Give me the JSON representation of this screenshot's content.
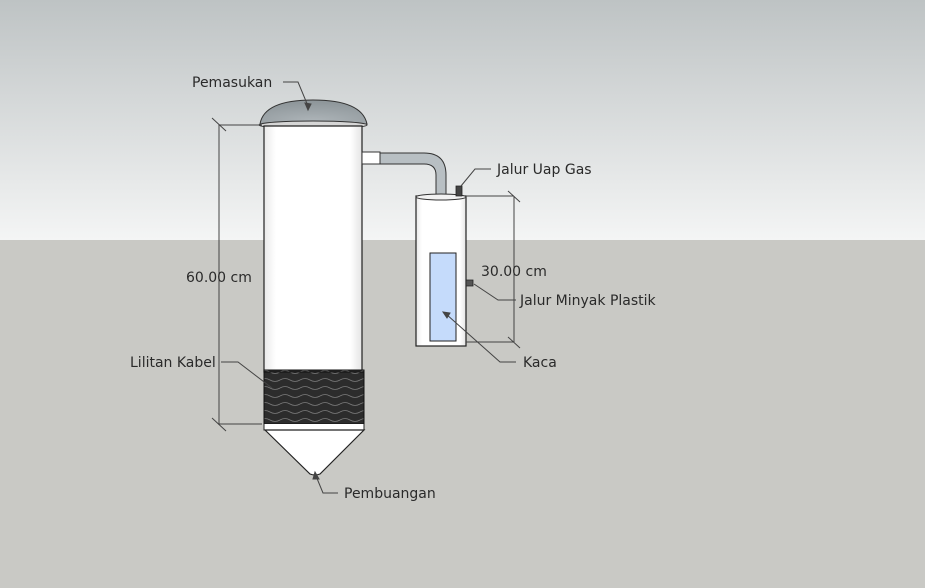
{
  "labels": {
    "inlet": "Pemasukan",
    "gas_vapor_line": "Jalur Uap Gas",
    "reactor_height": "60.00 cm",
    "condenser_height": "30.00 cm",
    "plastic_oil_line": "Jalur Minyak Plastik",
    "glass": "Kaca",
    "cable_coil": "Lilitan Kabel",
    "outlet": "Pembuangan"
  },
  "colors": {
    "sky_top": "#bfc4c5",
    "sky_bottom": "#f3f4f4",
    "ground": "#c9c9c5",
    "body": "#ffffff",
    "glass": "#c5dbfb",
    "coil": "#2f2f2f",
    "dome": "#9ca4a8"
  }
}
